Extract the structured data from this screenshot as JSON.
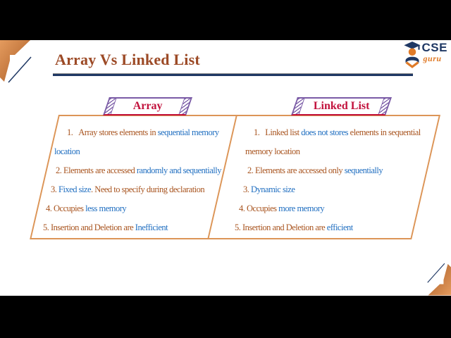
{
  "colors": {
    "orange": "#DC9557",
    "navy": "#1F3864",
    "brown": "#A8541F",
    "blue": "#1F6EC0",
    "crimson": "#C2123C",
    "purple": "#7A5BA6",
    "slide_bg": "#FFFFFF",
    "letterbox": "#000000"
  },
  "logo": {
    "brand": "CSE",
    "word": "guru"
  },
  "title": {
    "text": "Array Vs Linked List"
  },
  "panel": {
    "columns": [
      {
        "header": "Array",
        "items": [
          [
            {
              "text": "1.   Array stores elements in ",
              "color": "brown"
            },
            {
              "text": "sequential memory",
              "color": "blue"
            },
            {
              "br": true
            },
            {
              "text": "location",
              "color": "blue"
            }
          ],
          [
            {
              "text": "2. Elements are accessed ",
              "color": "brown"
            },
            {
              "text": "randomly and sequentially",
              "color": "blue"
            }
          ],
          [
            {
              "text": "3. ",
              "color": "brown"
            },
            {
              "text": "Fixed size",
              "color": "blue"
            },
            {
              "text": ". Need to specify during declaration",
              "color": "brown"
            }
          ],
          [
            {
              "text": "4. Occupies ",
              "color": "brown"
            },
            {
              "text": "less memory",
              "color": "blue"
            }
          ],
          [
            {
              "text": "5. Insertion and Deletion are ",
              "color": "brown"
            },
            {
              "text": "Inefficient",
              "color": "blue"
            }
          ]
        ]
      },
      {
        "header": "Linked List",
        "items": [
          [
            {
              "text": "1.   Linked list ",
              "color": "brown"
            },
            {
              "text": "does not stores",
              "color": "blue"
            },
            {
              "text": " elements in sequential",
              "color": "brown"
            },
            {
              "br": true
            },
            {
              "text": "memory location",
              "color": "brown"
            }
          ],
          [
            {
              "text": "2. Elements are accessed only ",
              "color": "brown"
            },
            {
              "text": "sequentially",
              "color": "blue"
            }
          ],
          [
            {
              "text": "3. ",
              "color": "brown"
            },
            {
              "text": "Dynamic size",
              "color": "blue"
            }
          ],
          [
            {
              "text": "4. Occupies ",
              "color": "brown"
            },
            {
              "text": "more memory",
              "color": "blue"
            }
          ],
          [
            {
              "text": "5. Insertion and Deletion are ",
              "color": "brown"
            },
            {
              "text": "efficient",
              "color": "blue"
            }
          ]
        ]
      }
    ]
  }
}
